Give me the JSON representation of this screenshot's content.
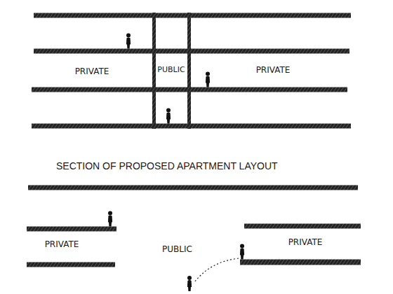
{
  "diagram": {
    "caption": "SECTION OF PROPOSED APARTMENT LAYOUT",
    "nodes": [
      {
        "text": [
          "PRIVATE"
        ]
      },
      {
        "text": [
          "PUBLIC"
        ]
      },
      {
        "text": [
          "PRIVATE"
        ]
      },
      {
        "text": [
          "PRIVATE"
        ]
      },
      {
        "text": [
          "PUBLIC"
        ]
      },
      {
        "text": [
          "PRIVATE"
        ]
      }
    ]
  }
}
